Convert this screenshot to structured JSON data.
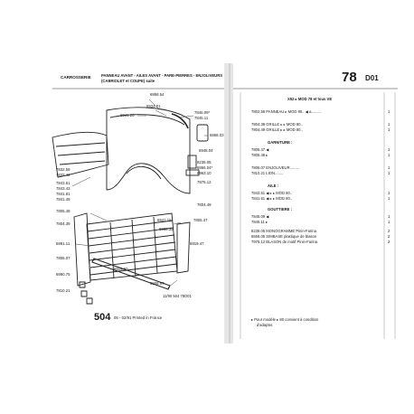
{
  "header": {
    "section": "CARROSSERIE",
    "title_line1": "PANNEAU AVANT - AILES AVANT - PARE-PIERRES - ENJOLIVEURS",
    "title_line2": "(CABRIOLET et COUPE)  suite",
    "page_number": "78",
    "page_code": "D01"
  },
  "diagram": {
    "part_numbers": {
      "p6958_54": "6958.54",
      "p6941_20": "6941.20",
      "p6934_01": "6934.01",
      "p7845_09": "7845.09*",
      "p7845_11": "7845.11",
      "p6868_03": "6868.03",
      "p6948_04": "6948.04",
      "p8238_05": "8238.05",
      "p6956_04": "6956.04*",
      "p6963_10": "6963.10",
      "p7975_12": "7975.12",
      "p7804_49": "7804.49",
      "p7832_59": "7832.59",
      "p7833_42": "7833.42",
      "p7843_61": "7843.61",
      "p7843_43": "7843.43",
      "p7841_81": "7841.81",
      "p7841_49": "7841.49",
      "p7805_48": "7805.48",
      "p7804_39": "7804.39",
      "p7805_47": "7805.47",
      "p6941_15": "6941.15",
      "p6958_35": "6958.35",
      "p6991_11": "6991.11",
      "p6919_47": "6919.47",
      "p7806_07": "7806.07",
      "p6919_60": "6919.60",
      "p6990_75": "6990.75",
      "p6908_97": "6908.97",
      "p7810_21": "7810.21"
    },
    "fiche_ref": "11/90  504  78D01",
    "model": "504",
    "edition": "05 - 02/91  Printed in France"
  },
  "parts_list": {
    "intro": "X52 ▸ MOD 78 et tous VE",
    "rows": [
      {
        "text": "7802.58 PANNEAU ▸ MOD 80.. ◀ a.........",
        "qty": "1"
      },
      {
        "text": "7804.39 GRILLE ▸ ▸ MOD 80..",
        "qty": "1"
      },
      {
        "text": "7804.49 GRILLE ▸ ▸ MOD 80..",
        "qty": "1"
      },
      {
        "text": "GARNITURE :",
        "qty": ""
      },
      {
        "text": "7805.47 ◀",
        "qty": "1"
      },
      {
        "text": "7805.48 ▸",
        "qty": "1"
      },
      {
        "text": "7806.07 ENJOLIVEUR.........",
        "qty": "1"
      },
      {
        "text": "7810.21 LION........",
        "qty": "1"
      },
      {
        "text": "AILE :",
        "qty": ""
      },
      {
        "text": "7843.61 ◀ ▸ ▸ MOD 80..",
        "qty": "1"
      },
      {
        "text": "7841.61 ◀ ▸ ▸ MOD 80..",
        "qty": "1"
      },
      {
        "text": "GOUTTIERE :",
        "qty": ""
      },
      {
        "text": "7845.09 ◀",
        "qty": "1"
      },
      {
        "text": "7845.11 ▸",
        "qty": "1"
      },
      {
        "text": "8238.05 MONOGRAMME Pinin-Farina",
        "qty": "2"
      },
      {
        "text": "6556.05 SIMBASE plastique de blason",
        "qty": "2"
      },
      {
        "text": "7975.12 BLASON de motif Pinin-Farina",
        "qty": "2"
      }
    ],
    "footnote_line1": "▸ Pour modèle ▸ 80 convient à condition",
    "footnote_line2": "d'adapter."
  }
}
